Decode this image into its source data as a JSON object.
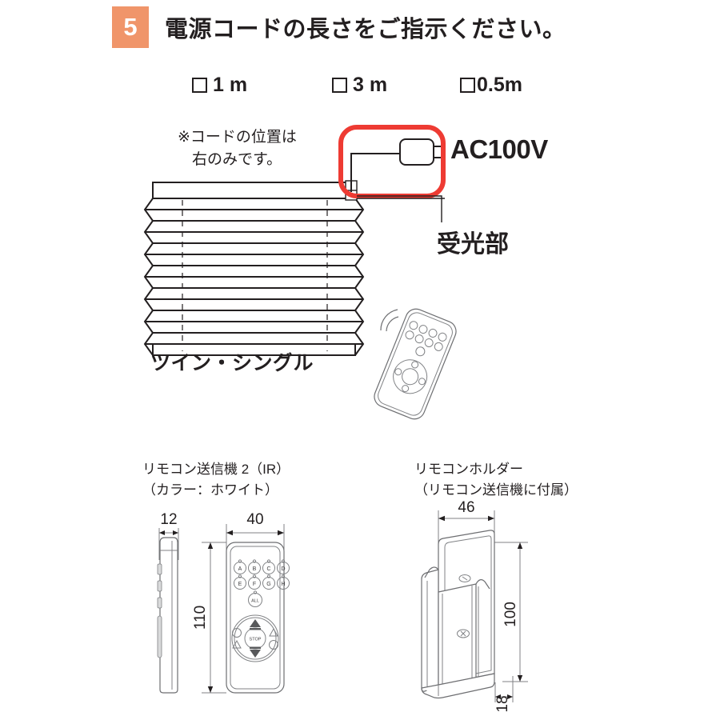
{
  "header": {
    "step_number": "5",
    "title": "電源コードの長さをご指示ください。",
    "badge_color": "#f0956a"
  },
  "options": [
    {
      "label": "1 m"
    },
    {
      "label": "3 m"
    },
    {
      "label": "0.5m"
    }
  ],
  "note": {
    "line1": "※コードの位置は",
    "line2": "右のみです。"
  },
  "diagram": {
    "ac_label": "AC100V",
    "receiver_label": "受光部",
    "blind_caption": "ツイン・シングル",
    "highlight_color": "#ee3b33"
  },
  "remote_drawing": {
    "caption_line1": "リモコン送信機 2（IR）",
    "caption_line2": "（カラー：ホワイト）",
    "dim_thickness": "12",
    "dim_width": "40",
    "dim_height": "110",
    "buttons_row1": [
      "A",
      "B",
      "C",
      "D"
    ],
    "buttons_row2": [
      "E",
      "F",
      "G",
      "H"
    ],
    "button_all": "ALL",
    "button_stop": "STOP"
  },
  "holder_drawing": {
    "caption_line1": "リモコンホルダー",
    "caption_line2": "（リモコン送信機に付属）",
    "dim_width": "46",
    "dim_height": "100",
    "dim_depth": "18"
  }
}
